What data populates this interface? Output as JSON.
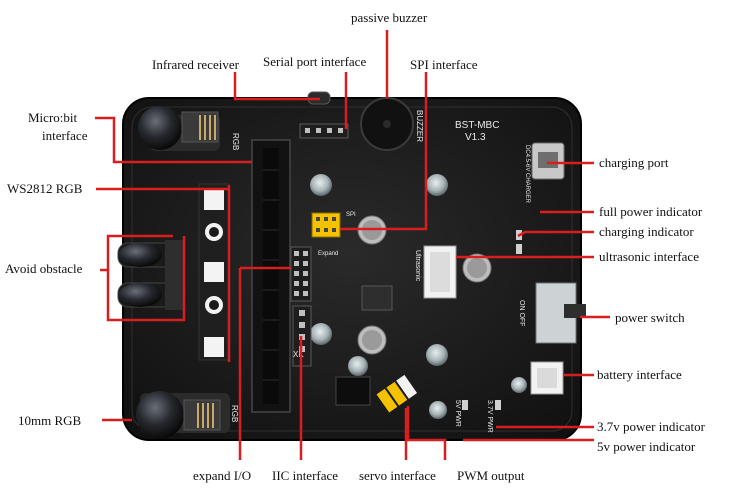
{
  "board": {
    "model": "BST-MBC",
    "version": "V1.3",
    "silk": {
      "buzzer": "BUZZER",
      "ultrasonic": "Ultrasonic",
      "dc_in": "DC4.5-6V CHARGER",
      "on_off": "ON OFF",
      "pwr_5v": "5V PWR",
      "pwr_37v": "3.7V PWR",
      "rgb_top": "RGB",
      "rgb_bottom": "RGB",
      "spi": "SPI",
      "expand": "Expand",
      "xk": "XK"
    }
  },
  "labels": {
    "passive_buzzer": "passive buzzer",
    "infrared_receiver": "Infrared receiver",
    "serial_port": "Serial port interface",
    "spi_interface": "SPI interface",
    "microbit_interface": "Micro:bit interface",
    "ws2812_rgb": "WS2812 RGB",
    "avoid_obstacle": "Avoid obstacle",
    "rgb_10mm": "10mm RGB",
    "charging_port": "charging port",
    "full_power": "full power indicator",
    "charging_indicator": "charging indicator",
    "ultrasonic_interface": "ultrasonic interface",
    "power_switch": "power switch",
    "battery_interface": "battery interface",
    "power_37v": "3.7v power indicator",
    "power_5v": "5v power indicator",
    "expand_io": "expand I/O",
    "iic_interface": "IIC interface",
    "servo_interface": "servo interface",
    "pwm_output": "PWM output"
  },
  "colors": {
    "callout": "#d81e1e",
    "pcb": "#1b1b1b",
    "pcb_edge": "#000000",
    "silk": "#e9e9e9",
    "header_yellow": "#f4c200",
    "header_white": "#f2f2f2",
    "standoff": "#b9c4c8"
  }
}
